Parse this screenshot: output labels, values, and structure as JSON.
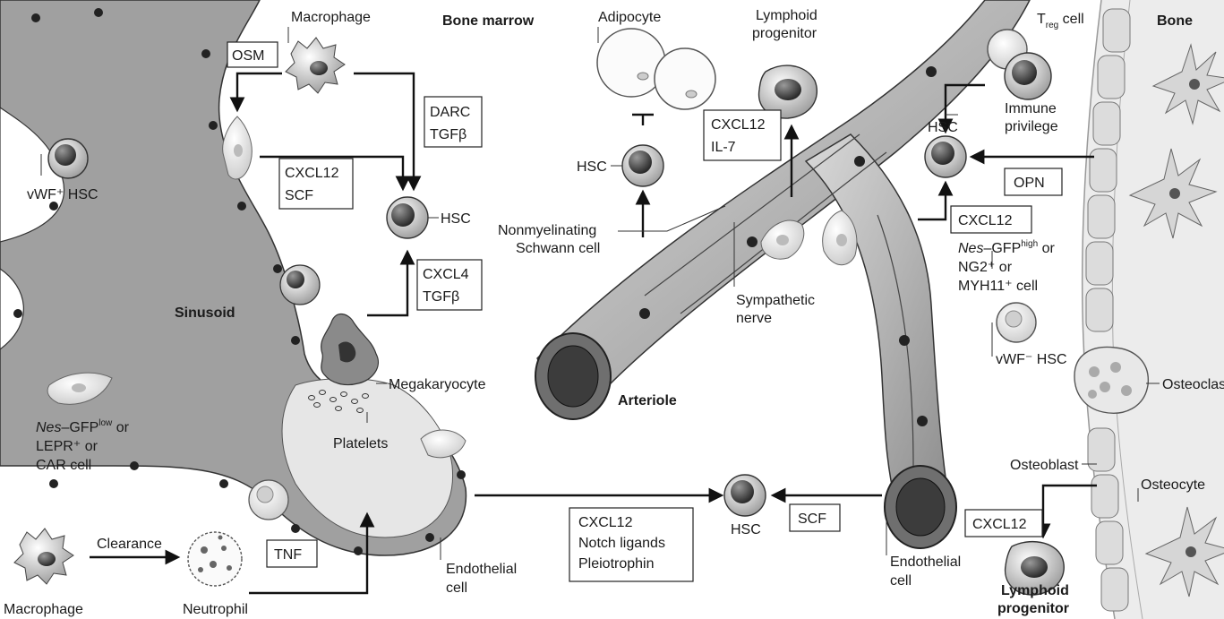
{
  "labels": {
    "macrophage_top": "Macrophage",
    "bone_marrow": "Bone marrow",
    "osm": "OSM",
    "darc": "DARC",
    "tgfb_1": "TGFβ",
    "cxcl12_scf_1": "CXCL12",
    "cxcl12_scf_2": "SCF",
    "hsc_center": "HSC",
    "cxcl4": "CXCL4",
    "tgfb_2": "TGFβ",
    "vwf_pos_hsc": "vWF⁺ HSC",
    "sinusoid": "Sinusoid",
    "megakaryocyte": "Megakaryocyte",
    "platelets": "Platelets",
    "nes_low_1": "Nes",
    "nes_low_1b": "–GFP",
    "nes_low_1c": "low",
    "nes_low_1d": " or",
    "nes_low_2": "LEPR⁺ or",
    "nes_low_3": "CAR cell",
    "clearance": "Clearance",
    "tnf": "TNF",
    "macrophage_bottom": "Macrophage",
    "neutrophil": "Neutrophil",
    "endothelial_1a": "Endothelial",
    "endothelial_1b": "cell",
    "cxcl12_notch_1": "CXCL12",
    "cxcl12_notch_2": "Notch ligands",
    "cxcl12_notch_3": "Pleiotrophin",
    "hsc_bottom": "HSC",
    "scf_bottom": "SCF",
    "adipocyte": "Adipocyte",
    "hsc_adipo": "HSC",
    "lymphoid_top_1": "Lymphoid",
    "lymphoid_top_2": "progenitor",
    "cxcl12_il7_1": "CXCL12",
    "cxcl12_il7_2": "IL-7",
    "nonmyel_1": "Nonmyelinating",
    "nonmyel_2": "Schwann cell",
    "sympathetic_1": "Sympathetic",
    "sympathetic_2": "nerve",
    "arteriole": "Arteriole",
    "treg_t": "T",
    "treg_sub": "reg",
    "treg_cell": " cell",
    "immune_1": "Immune",
    "immune_2": "privilege",
    "bone": "Bone",
    "hsc_right": "HSC",
    "opn": "OPN",
    "cxcl12_right": "CXCL12",
    "nes_high_1": "Nes",
    "nes_high_1b": "–GFP",
    "nes_high_1c": "high",
    "nes_high_1d": " or",
    "nes_high_2": "NG2⁺ or",
    "nes_high_3": "MYH11⁺ cell",
    "vwf_neg_hsc": "vWF⁻ HSC",
    "osteoclast": "Osteoclast",
    "osteoblast": "Osteoblast",
    "cxcl12_osteo": "CXCL12",
    "osteocyte": "Osteocyte",
    "endothelial_2a": "Endothelial",
    "endothelial_2b": "cell",
    "lymphoid_bottom_1": "Lymphoid",
    "lymphoid_bottom_2": "progenitor"
  },
  "colors": {
    "vessel_dark": "#8b8b8b",
    "vessel_light": "#cfcfcf",
    "sinusoid": "#a0a0a0",
    "bone_band": "#e8e8e8",
    "ink": "#1a1a1a"
  }
}
